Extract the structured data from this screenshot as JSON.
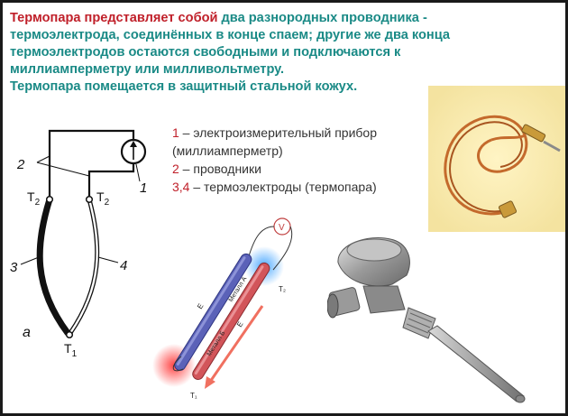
{
  "intro": {
    "lead": "Термопара представляет собой",
    "line1_rest": " два разнородных проводника -",
    "line2": "термоэлектрода, соединённых в конце спаем; другие же два конца",
    "line3": "термоэлектродов остаются свободными и подключаются к",
    "line4": "миллиамперметру или милливольтметру.",
    "line5": "Термопара помещается в защитный стальной кожух."
  },
  "legend": [
    {
      "num": "1",
      "text": " – электроизмерительный прибор"
    },
    {
      "num": "",
      "text": "(миллиамперметр)"
    },
    {
      "num": "2",
      "text": " – проводники"
    },
    {
      "num": "3,4",
      "text": " – термоэлектроды (термопара)"
    }
  ],
  "circuit": {
    "label_1": "1",
    "label_2": "2",
    "label_3": "3",
    "label_4": "4",
    "label_a": "a",
    "t2_left": "T",
    "t2_left_sub": "2",
    "t2_right": "T",
    "t2_right_sub": "2",
    "t1": "T",
    "t1_sub": "1"
  },
  "seebeck": {
    "meter": "V",
    "rod_a": "Металл А",
    "rod_b": "Металл Б",
    "e1": "E",
    "e2": "E",
    "t1": "T₁",
    "t2": "T₂"
  },
  "colors": {
    "lead_red": "#c0202a",
    "teal": "#1a8a86",
    "copper": "#c46a2c",
    "rod_blue": "#5b62b8",
    "rod_red": "#d2555a"
  }
}
